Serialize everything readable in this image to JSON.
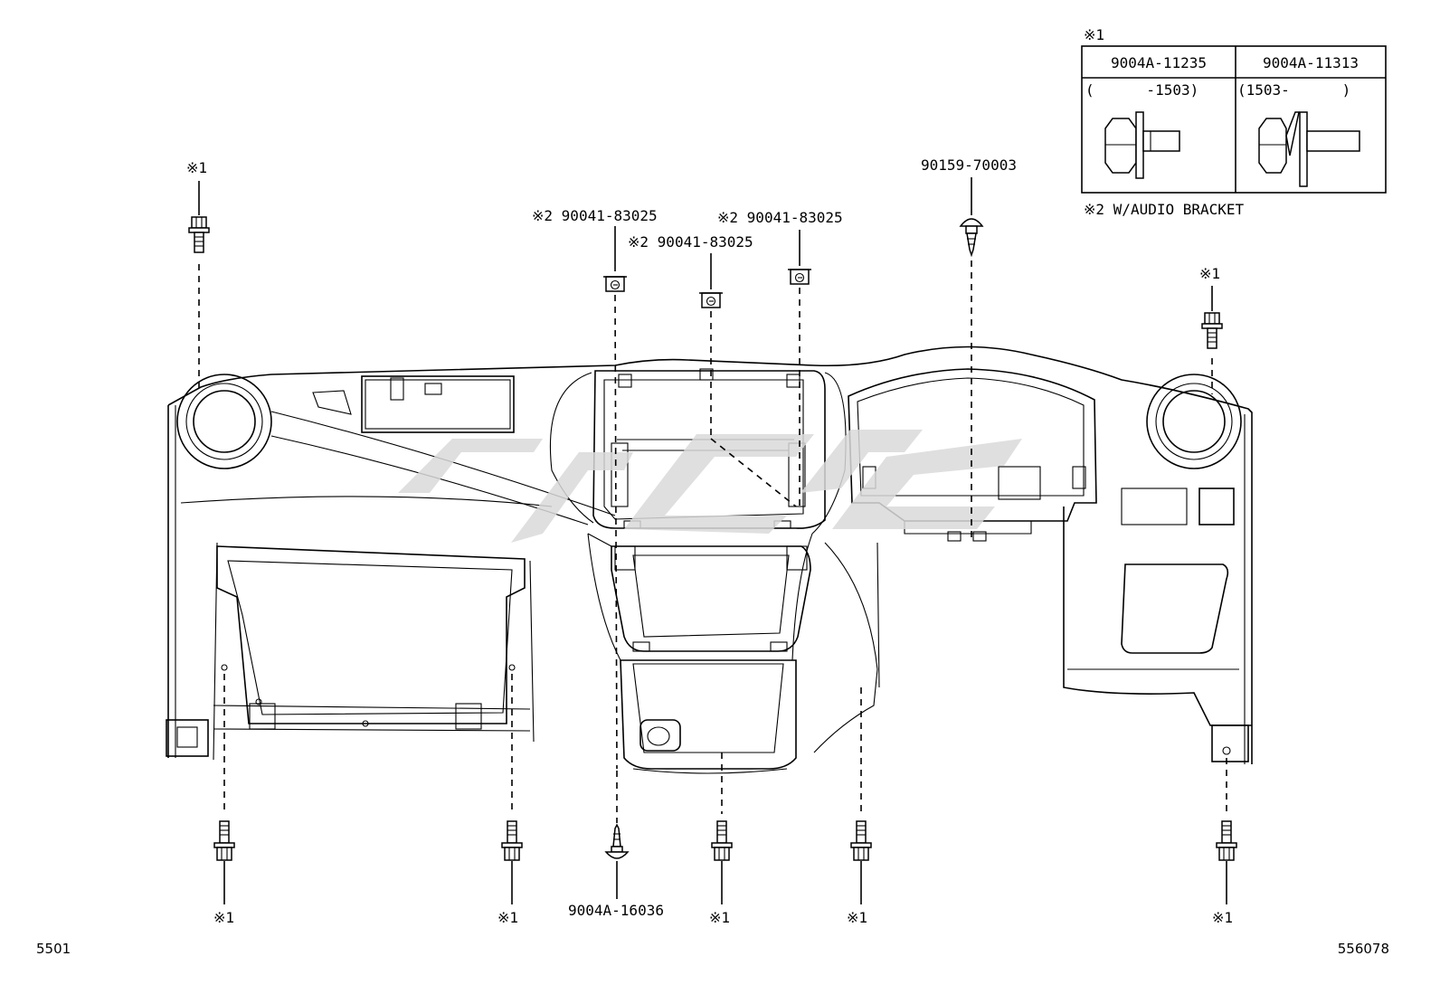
{
  "legend": {
    "mark": "※1",
    "col1_part": "9004A-11235",
    "col2_part": "9004A-11313",
    "col1_range": "(      -1503)",
    "col2_range": "(1503-      )",
    "note2": "※2 W/AUDIO BRACKET"
  },
  "callouts": {
    "top_left_bolt": "※1",
    "clip_a": "※2 90041-83025",
    "clip_b": "※2 90041-83025",
    "clip_c": "※2 90041-83025",
    "top_screw": "90159-70003",
    "right_bolt": "※1",
    "bottom_1": "※1",
    "bottom_2": "※1",
    "bottom_3": "9004A-16036",
    "bottom_4": "※1",
    "bottom_5": "※1",
    "bottom_6": "※1"
  },
  "footer": {
    "left_code": "5501",
    "right_code": "556078"
  },
  "icons": {
    "bolt": "flange-bolt-icon",
    "clip": "nut-clip-icon",
    "screw": "tapping-screw-icon",
    "watermark": "watermark-logo"
  }
}
